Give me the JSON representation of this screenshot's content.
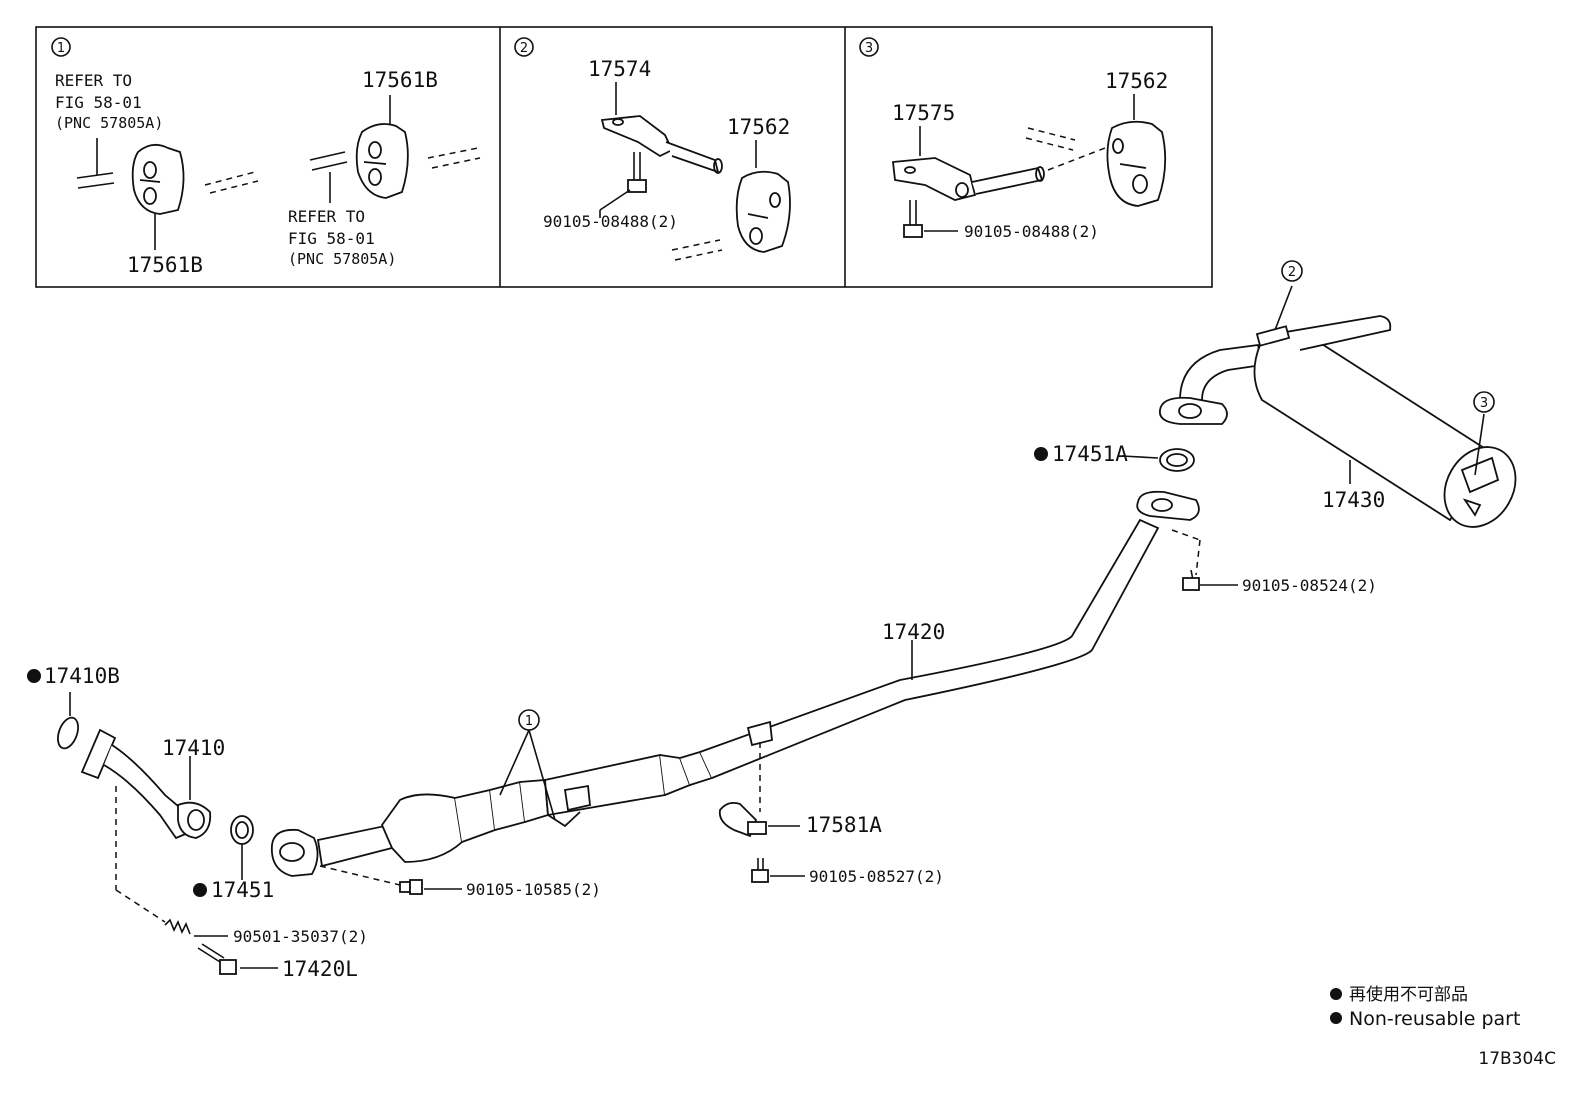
{
  "diagram": {
    "inset1": {
      "number": "1",
      "refer_a": [
        "REFER TO",
        "FIG 58-01",
        "(PNC 57805A)"
      ],
      "refer_b": [
        "REFER TO",
        "FIG 58-01",
        "(PNC 57805A)"
      ],
      "part_top": "17561B",
      "part_bottom": "17561B"
    },
    "inset2": {
      "number": "2",
      "bracket": "17574",
      "hanger": "17562",
      "bolt": "90105-08488(2)"
    },
    "inset3": {
      "number": "3",
      "bracket": "17575",
      "hanger": "17562",
      "bolt": "90105-08488(2)"
    },
    "parts": {
      "p17451A": "17451A",
      "p17430": "17430",
      "p90105_08524": "90105-08524(2)",
      "p17420": "17420",
      "p17410B": "17410B",
      "p17410": "17410",
      "p17451": "17451",
      "p90105_10585": "90105-10585(2)",
      "p17581A": "17581A",
      "p90105_08527": "90105-08527(2)",
      "p90501_35037": "90501-35037(2)",
      "p17420L": "17420L"
    },
    "callouts": {
      "c1": "1",
      "c2": "2",
      "c3": "3"
    },
    "legend": {
      "line_jp": "再使用不可部品",
      "line_en": "Non-reusable part"
    },
    "figure_code": "17B304C"
  }
}
